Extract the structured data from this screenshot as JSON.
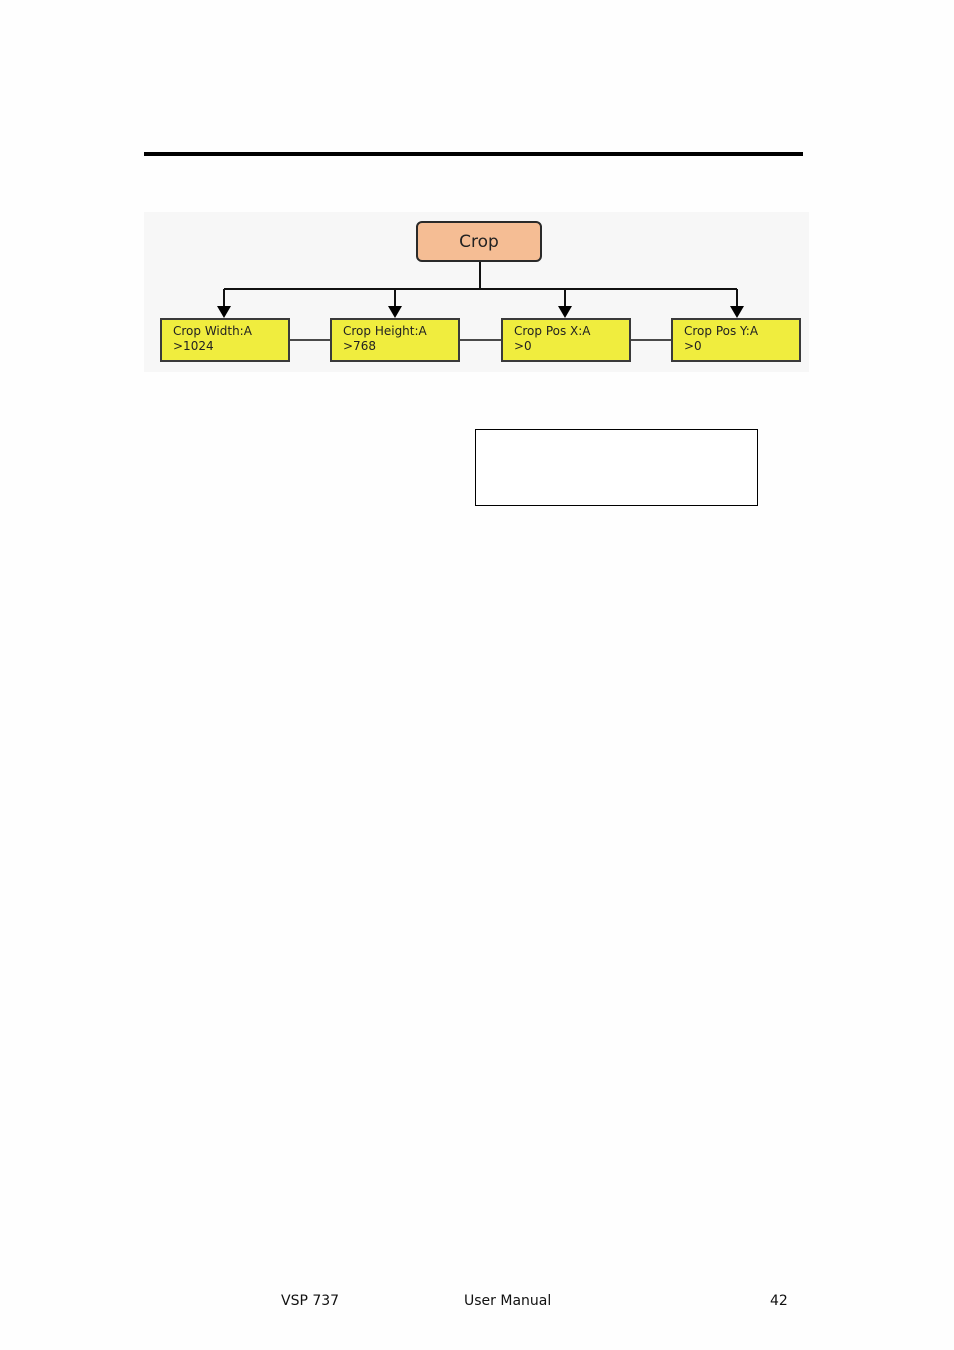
{
  "diagram": {
    "root": {
      "label": "Crop",
      "fill": "#f5bd94"
    },
    "children": [
      {
        "label": "Crop Width:A",
        "value": ">1024"
      },
      {
        "label": "Crop Height:A",
        "value": ">768"
      },
      {
        "label": "Crop Pos X:A",
        "value": ">0"
      },
      {
        "label": "Crop Pos Y:A",
        "value": ">0"
      }
    ],
    "child_fill": "#f0ed3e",
    "background": "#f7f7f7"
  },
  "footer": {
    "product": "VSP 737",
    "title": "User Manual",
    "page_number": "42"
  }
}
